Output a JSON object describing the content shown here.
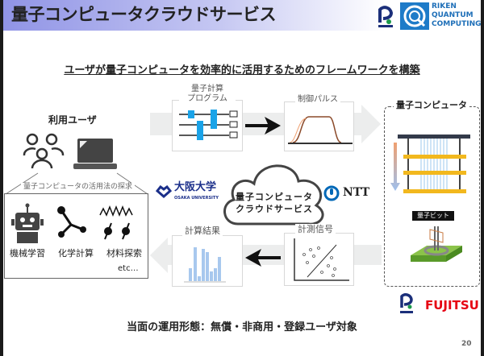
{
  "header": {
    "title": "量子コンピュータクラウドサービス",
    "logo_riken": "RIKEN",
    "logo_rqc": [
      "RIKEN",
      "QUANTUM",
      "COMPUTING"
    ]
  },
  "subtitle": "ユーザが量子コンピュータを効率的に活用するためのフレームワークを構築",
  "users": {
    "label": "利用ユーザ",
    "explore_label": "量子コンピュータの活用法の探求",
    "apps": [
      "機械学習",
      "化学計算",
      "材料探索"
    ],
    "etc": "etc…"
  },
  "flow": {
    "program_label_1": "量子計算",
    "program_label_2": "プログラム",
    "pulse_label": "制御パルス",
    "result_label": "計算結果",
    "measure_label": "計測信号"
  },
  "cloud": {
    "line1": "量子コンピュータ",
    "line2": "クラウドサービス"
  },
  "partners": {
    "osaka_jp": "大阪大学",
    "osaka_en": "OSAKA UNIVERSITY",
    "ntt": "NTT",
    "fujitsu": "FUJITSU",
    "riken": "RIKEN"
  },
  "qc": {
    "label": "量子コンピュータ",
    "qubit_label": "量子ビット"
  },
  "footer": "当面の運用形態：無償・非商用・登録ユーザ対象",
  "page_number": "20",
  "colors": {
    "title_gradient": "#9094e6",
    "accent_blue": "#1aa3e8",
    "gold": "#f2b81e",
    "fujitsu_red": "#e60012",
    "ntt_blue": "#0068b7"
  }
}
